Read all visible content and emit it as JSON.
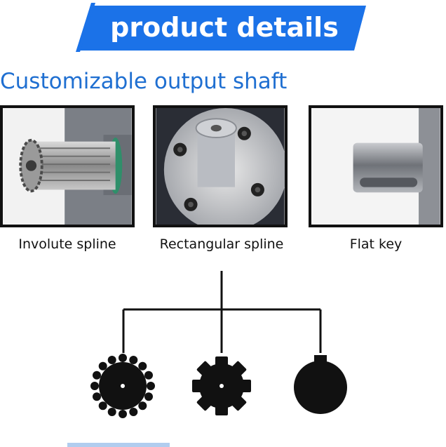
{
  "banner": {
    "title": "product details",
    "color": "#1b72e8"
  },
  "section": {
    "heading": "Customizable output shaft",
    "heading_color": "#1f6fd1"
  },
  "shafts": [
    {
      "caption": "Involute spline",
      "icon": "involute-spline-gear-icon"
    },
    {
      "caption": "Rectangular spline",
      "icon": "rectangular-spline-gear-icon"
    },
    {
      "caption": "Flat key",
      "icon": "flat-key-shaft-icon"
    }
  ]
}
